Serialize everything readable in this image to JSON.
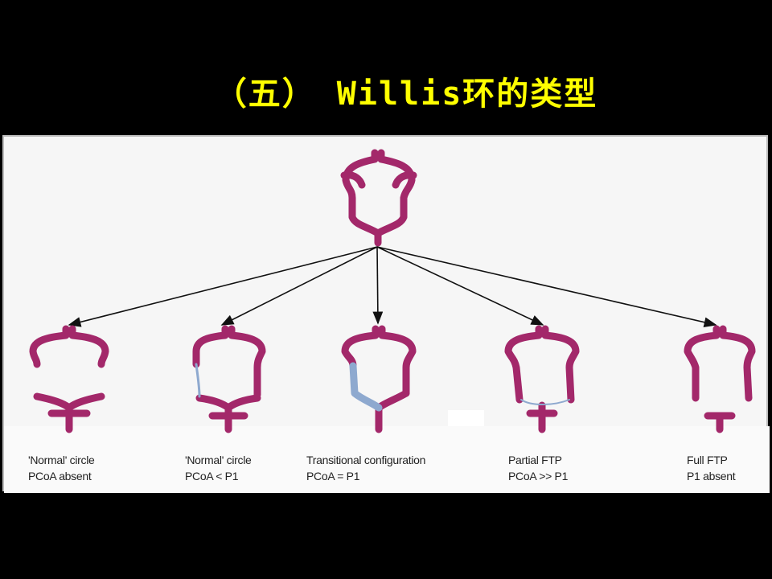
{
  "slide": {
    "title": "（五） Willis环的类型"
  },
  "diagram": {
    "vessel_color": "#a3286a",
    "pcoa_color": "#8ea9cf",
    "configurations": [
      {
        "line1": "'Normal' circle",
        "line2": "PCoA absent"
      },
      {
        "line1": "'Normal' circle",
        "line2": "PCoA < P1"
      },
      {
        "line1": "Transitional configuration",
        "line2": "PCoA = P1"
      },
      {
        "line1": "Partial FTP",
        "line2": "PCoA >> P1"
      },
      {
        "line1": "Full FTP",
        "line2": "P1 absent"
      }
    ]
  }
}
